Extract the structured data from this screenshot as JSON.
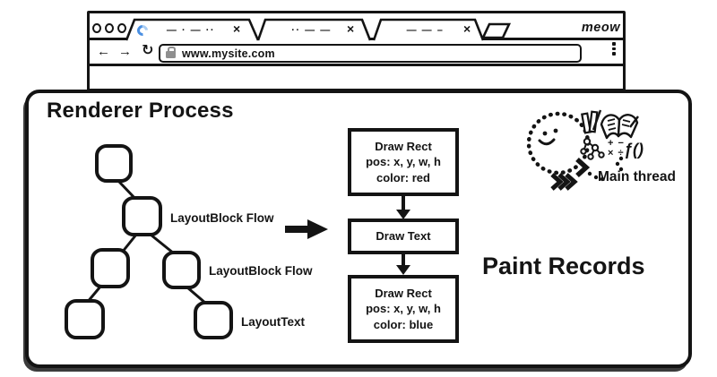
{
  "browser": {
    "signature": "meow",
    "tabs": [
      {
        "title_scribble": "— · — ··",
        "close_label": "×"
      },
      {
        "title_scribble": "·· — —",
        "close_label": "×"
      },
      {
        "title_scribble": "— — –",
        "close_label": "×"
      }
    ],
    "nav": {
      "back_label": "←",
      "forward_label": "→",
      "reload_label": "↻"
    },
    "address_bar": {
      "url": "www.mysite.com"
    }
  },
  "diagram": {
    "title": "Renderer Process",
    "tree": {
      "labels": [
        "LayoutBlock Flow",
        "LayoutBlock Flow",
        "LayoutText"
      ]
    },
    "paint_records_label": "Paint Records",
    "paint_steps": [
      {
        "lines": [
          "Draw Rect",
          "pos: x, y, w, h",
          "color: red"
        ]
      },
      {
        "lines": [
          "Draw Text"
        ]
      },
      {
        "lines": [
          "Draw Rect",
          "pos: x, y, w, h",
          "color: blue"
        ]
      }
    ],
    "main_thread": {
      "label": "Main thread",
      "math_row1": "+ −",
      "math_row2": "× ÷",
      "fn": "ƒ()"
    }
  },
  "colors": {
    "ink": "#141414",
    "spinner_blue": "#4a8fe2",
    "spinner_light": "#aacdf2",
    "lock_gray": "#8f8f8f"
  }
}
